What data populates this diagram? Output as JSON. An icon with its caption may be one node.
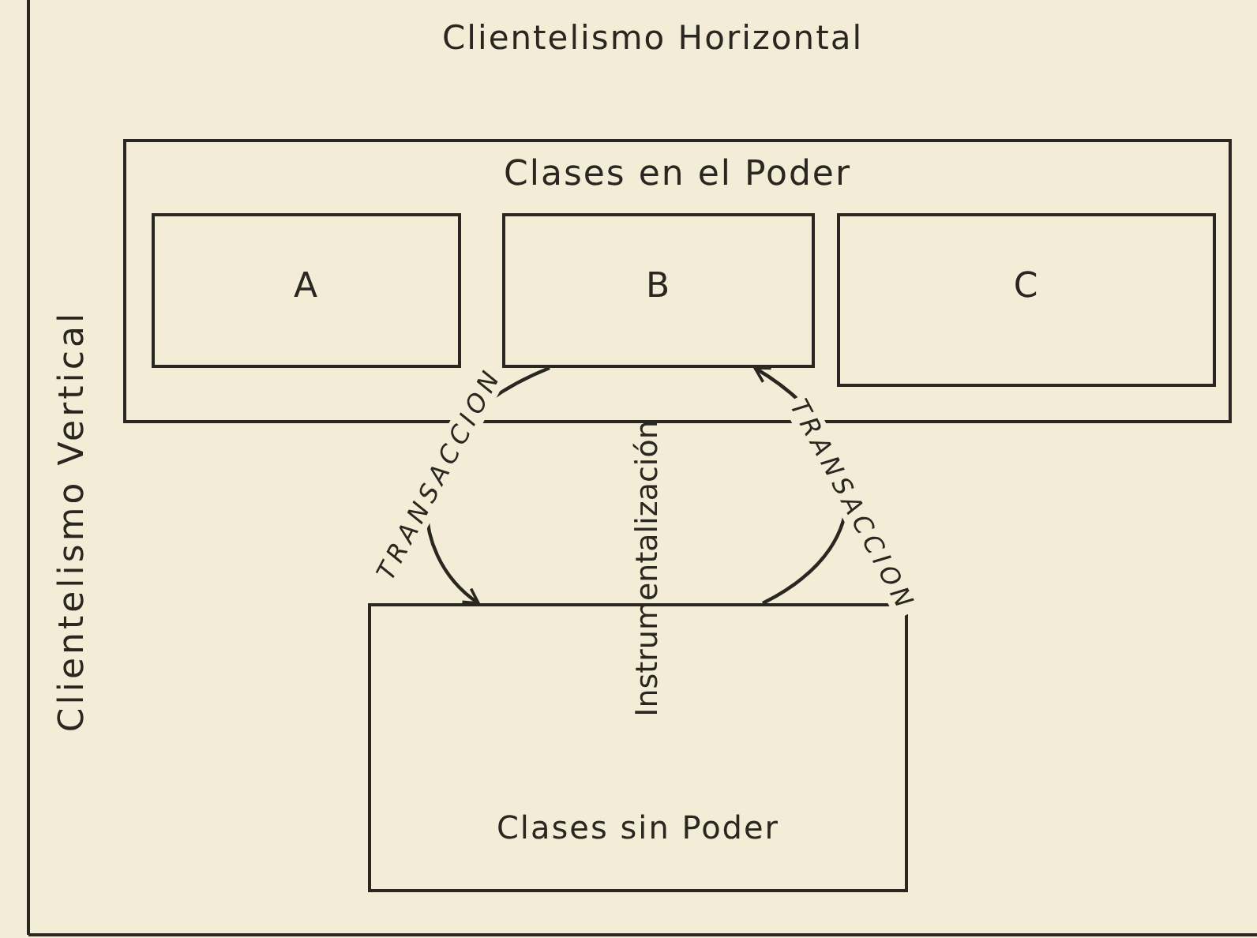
{
  "diagram": {
    "title": "Clientelismo Horizontal",
    "nodes": [
      {
        "text": [
          "Clases en el Poder"
        ]
      },
      {
        "text": [
          "A"
        ],
        "in": 0
      },
      {
        "text": [
          "B"
        ],
        "in": 0
      },
      {
        "text": [
          "C"
        ],
        "in": 0
      },
      {
        "text": [
          "Clases sin Poder"
        ]
      }
    ],
    "edges": [
      {
        "from": 2,
        "to": 4,
        "arrow": "to",
        "label": "TRANSACCION"
      },
      {
        "from": 4,
        "to": 2,
        "arrow": "to",
        "label": "TRANSACCION"
      }
    ],
    "labels": [
      "Clientelismo Vertical",
      "Instrumentalización"
    ]
  }
}
